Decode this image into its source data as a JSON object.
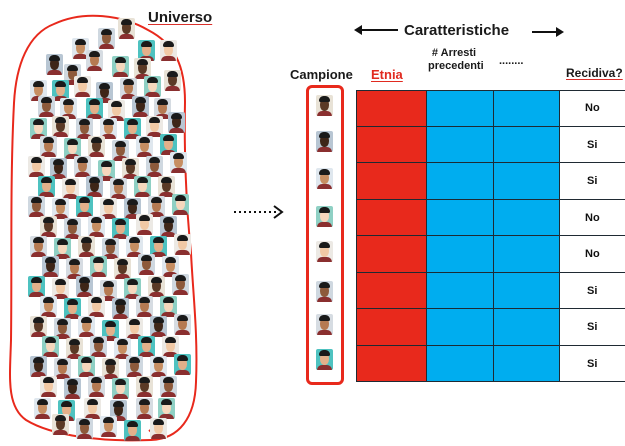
{
  "universe": {
    "title": "Universo"
  },
  "features_header": {
    "title": "Caratteristiche"
  },
  "table": {
    "sample_label": "Campione",
    "columns": [
      {
        "id": "etnia",
        "label": "Etnia",
        "color": "#e8291c"
      },
      {
        "id": "arresti",
        "label": "# Arresti precedenti",
        "color": "#00adef"
      },
      {
        "id": "extra",
        "label": "",
        "color": "#00adef"
      },
      {
        "id": "dots",
        "label": "........",
        "color": "#00adef"
      },
      {
        "id": "recidiva",
        "label": "Recidiva?",
        "color": "#ffffff"
      }
    ],
    "rows": [
      {
        "answer": "No"
      },
      {
        "answer": "Si"
      },
      {
        "answer": "Si"
      },
      {
        "answer": "No"
      },
      {
        "answer": "No"
      },
      {
        "answer": "Si"
      },
      {
        "answer": "Si"
      },
      {
        "answer": "Si"
      }
    ]
  },
  "colors": {
    "accent_red": "#e8291c",
    "cyan": "#00adef",
    "outline": "#1f2a33"
  },
  "icons": {
    "universe_face": "person-face-icon",
    "arrow_left": "arrow-left-icon",
    "arrow_right": "arrow-right-icon",
    "dotted_arrow": "dotted-arrow-right-icon"
  }
}
